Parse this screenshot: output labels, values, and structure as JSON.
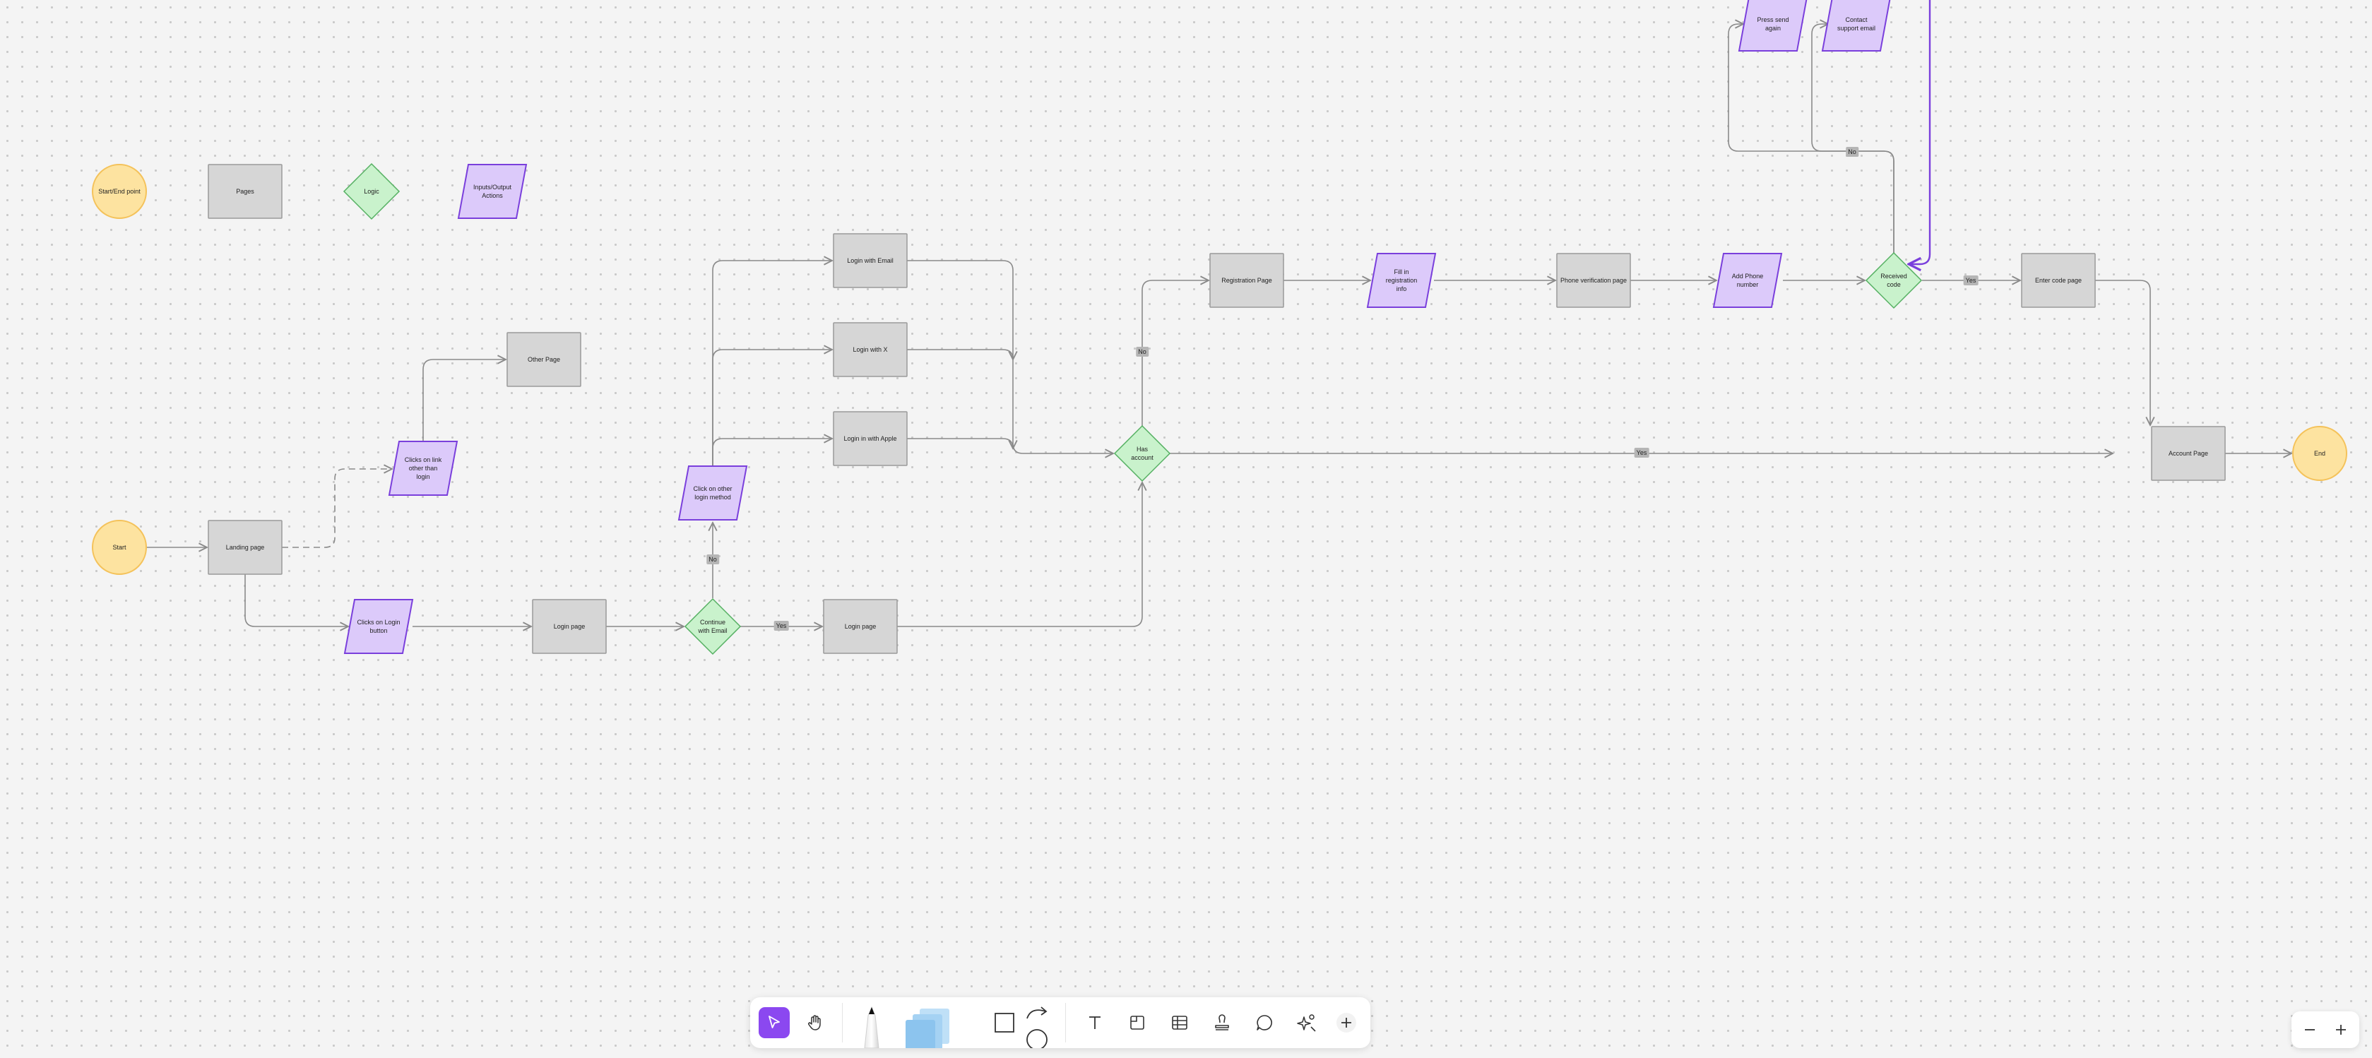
{
  "legend": {
    "start_end": "Start/End point",
    "pages": "Pages",
    "logic": "Logic",
    "inputs": "Inputs/Output\nActions"
  },
  "nodes": {
    "start": "Start",
    "end": "End",
    "landing": "Landing page",
    "clicks_login": "Clicks on Login\nbutton",
    "clicks_other": "Clicks on link\nother than\nlogin",
    "other_page": "Other Page",
    "login_page_1": "Login page",
    "continue_email": "Continue\nwith Email",
    "login_page_2": "Login page",
    "click_other_method": "Click on other\nlogin method",
    "login_email": "Login with Email",
    "login_x": "Login with X",
    "login_apple": "Login in with Apple",
    "has_account": "Has\naccount",
    "registration": "Registration Page",
    "fill_info": "Fill in\nregistration\ninfo",
    "phone_verification": "Phone verification page",
    "add_phone": "Add Phone\nnumber",
    "received_code": "Received\ncode",
    "enter_code": "Enter code page",
    "account_page": "Account Page",
    "press_send": "Press send\nagain",
    "contact_support": "Contact\nsupport email"
  },
  "edge_labels": {
    "no_email": "No",
    "yes_email": "Yes",
    "no_account": "No",
    "yes_account": "Yes",
    "yes_code": "Yes",
    "no_code": "No"
  },
  "toolbar": {
    "tools": [
      "select-tool",
      "hand-tool",
      "pen-tool",
      "sticky-notes-tool",
      "shape-tool",
      "connector-tool",
      "text-tool",
      "section-tool",
      "table-tool",
      "stamp-tool",
      "comment-tool",
      "actions-tool",
      "more-tool"
    ]
  },
  "zoom": {
    "out": "−",
    "in": "+"
  },
  "colors": {
    "terminal_fill": "#fde3a0",
    "terminal_stroke": "#f4c25a",
    "page_fill": "#d6d6d6",
    "page_stroke": "#9a9a9a",
    "logic_fill": "#c9f2cc",
    "logic_stroke": "#55b062",
    "io_fill": "#dccafa",
    "io_stroke": "#7a3fdc",
    "accent": "#8b48f0"
  }
}
